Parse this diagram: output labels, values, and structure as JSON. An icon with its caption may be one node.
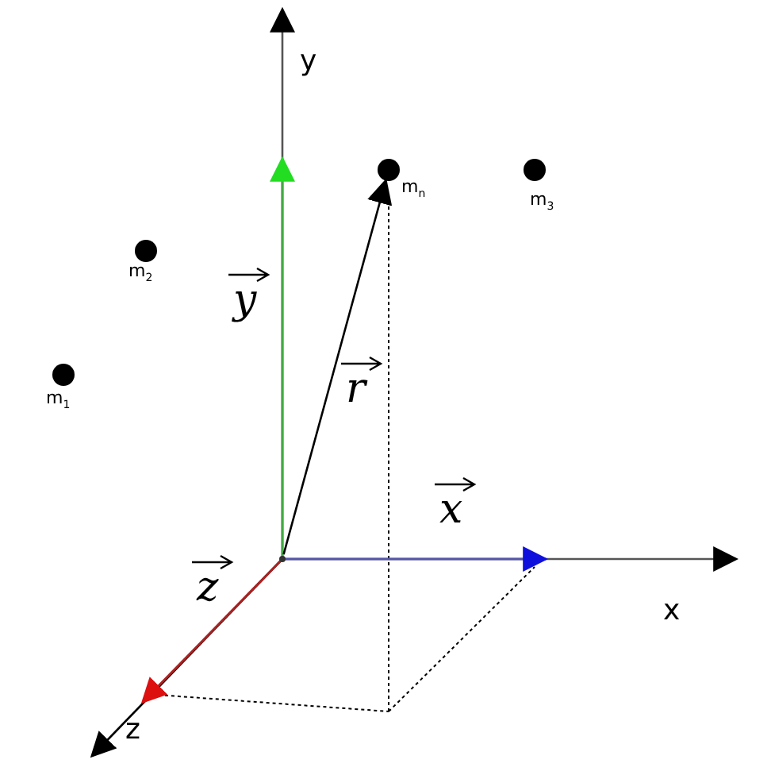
{
  "diagram": {
    "nodes": [
      {
        "text": [
          "m$_{n}$"
        ]
      },
      {
        "text": [
          "m$_{3}$"
        ]
      },
      {
        "text": [
          "m$_{2}$"
        ]
      },
      {
        "text": [
          "m$_{1}$"
        ]
      },
      {
        "text": [],
        "shape": "point"
      }
    ],
    "edges": [
      {
        "from": 4,
        "to": 0,
        "arrow": "to"
      }
    ],
    "labels": [
      "y",
      "y",
      "r",
      "x",
      "z",
      "x",
      "z"
    ]
  }
}
